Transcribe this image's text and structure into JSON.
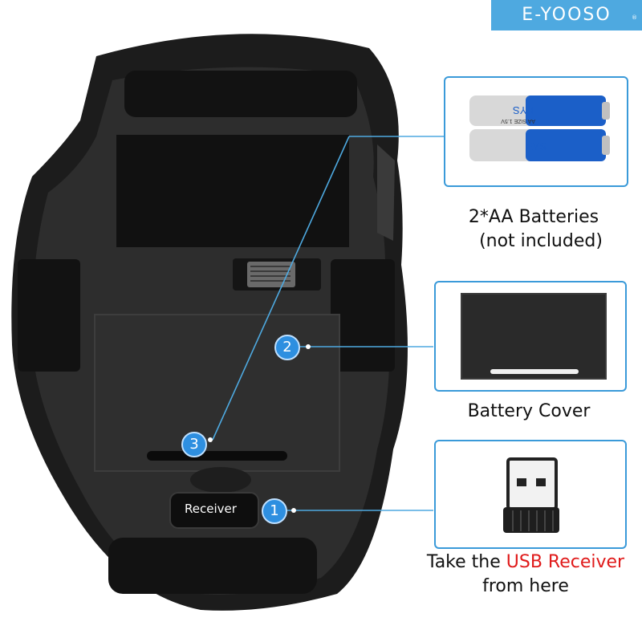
{
  "brand": {
    "name": "E-YOOSO",
    "mark": "®"
  },
  "battery": {
    "caption_line1": "2*AA Batteries",
    "caption_line2": "(not included)",
    "label_text": "EYS",
    "size_text": "AA SIZE 1.5V"
  },
  "cover": {
    "caption": "Battery Cover"
  },
  "receiver": {
    "button_label": "Receiver",
    "caption_line1_prefix": "Take the ",
    "caption_line1_highlight": "USB Receiver",
    "caption_line2": "from here"
  },
  "markers": [
    "1",
    "2",
    "3"
  ],
  "colors": {
    "accent": "#3a9ad9",
    "highlight": "#e01a1a",
    "mouse": "#2b2b2b"
  }
}
